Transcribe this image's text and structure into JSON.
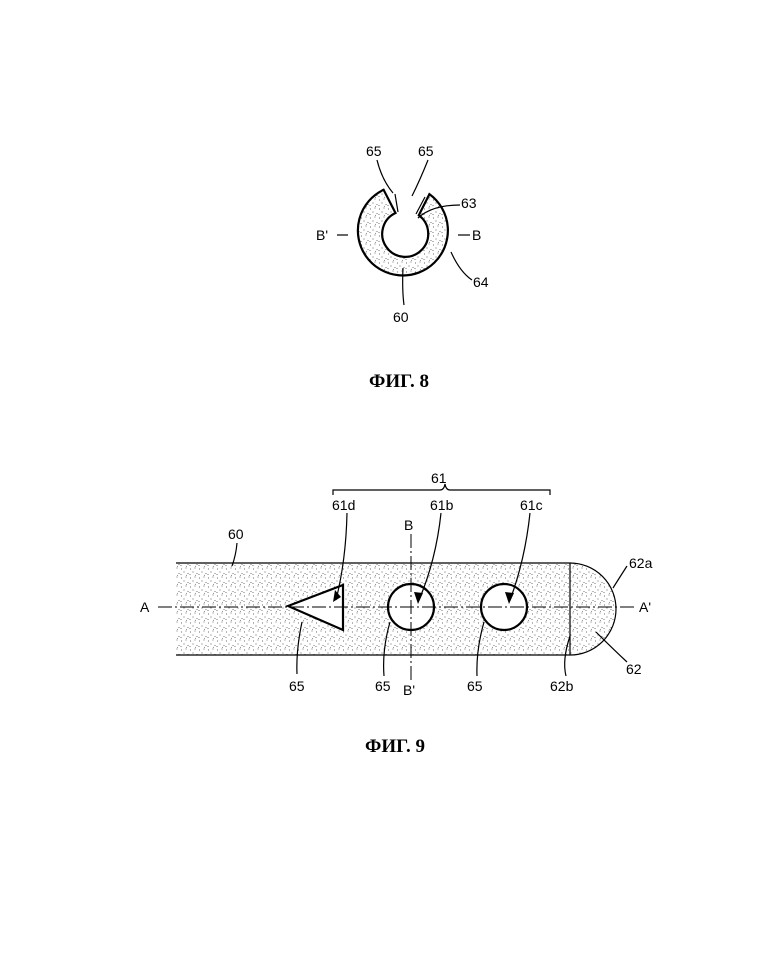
{
  "fig8": {
    "caption": "ФИГ. 8",
    "labels": {
      "l65a": "65",
      "l65b": "65",
      "l63": "63",
      "lBprime": "B'",
      "lB": "B",
      "l64": "64",
      "l60": "60"
    }
  },
  "fig9": {
    "caption": "ФИГ. 9",
    "labels": {
      "l61": "61",
      "l61d": "61d",
      "l61b": "61b",
      "l61c": "61c",
      "l60": "60",
      "lBtop": "B",
      "lBbottom": "B'",
      "lA": "A",
      "lAprime": "A'",
      "l62a": "62a",
      "l62": "62",
      "l62b": "62b",
      "l65a": "65",
      "l65b": "65",
      "l65c": "65"
    }
  }
}
